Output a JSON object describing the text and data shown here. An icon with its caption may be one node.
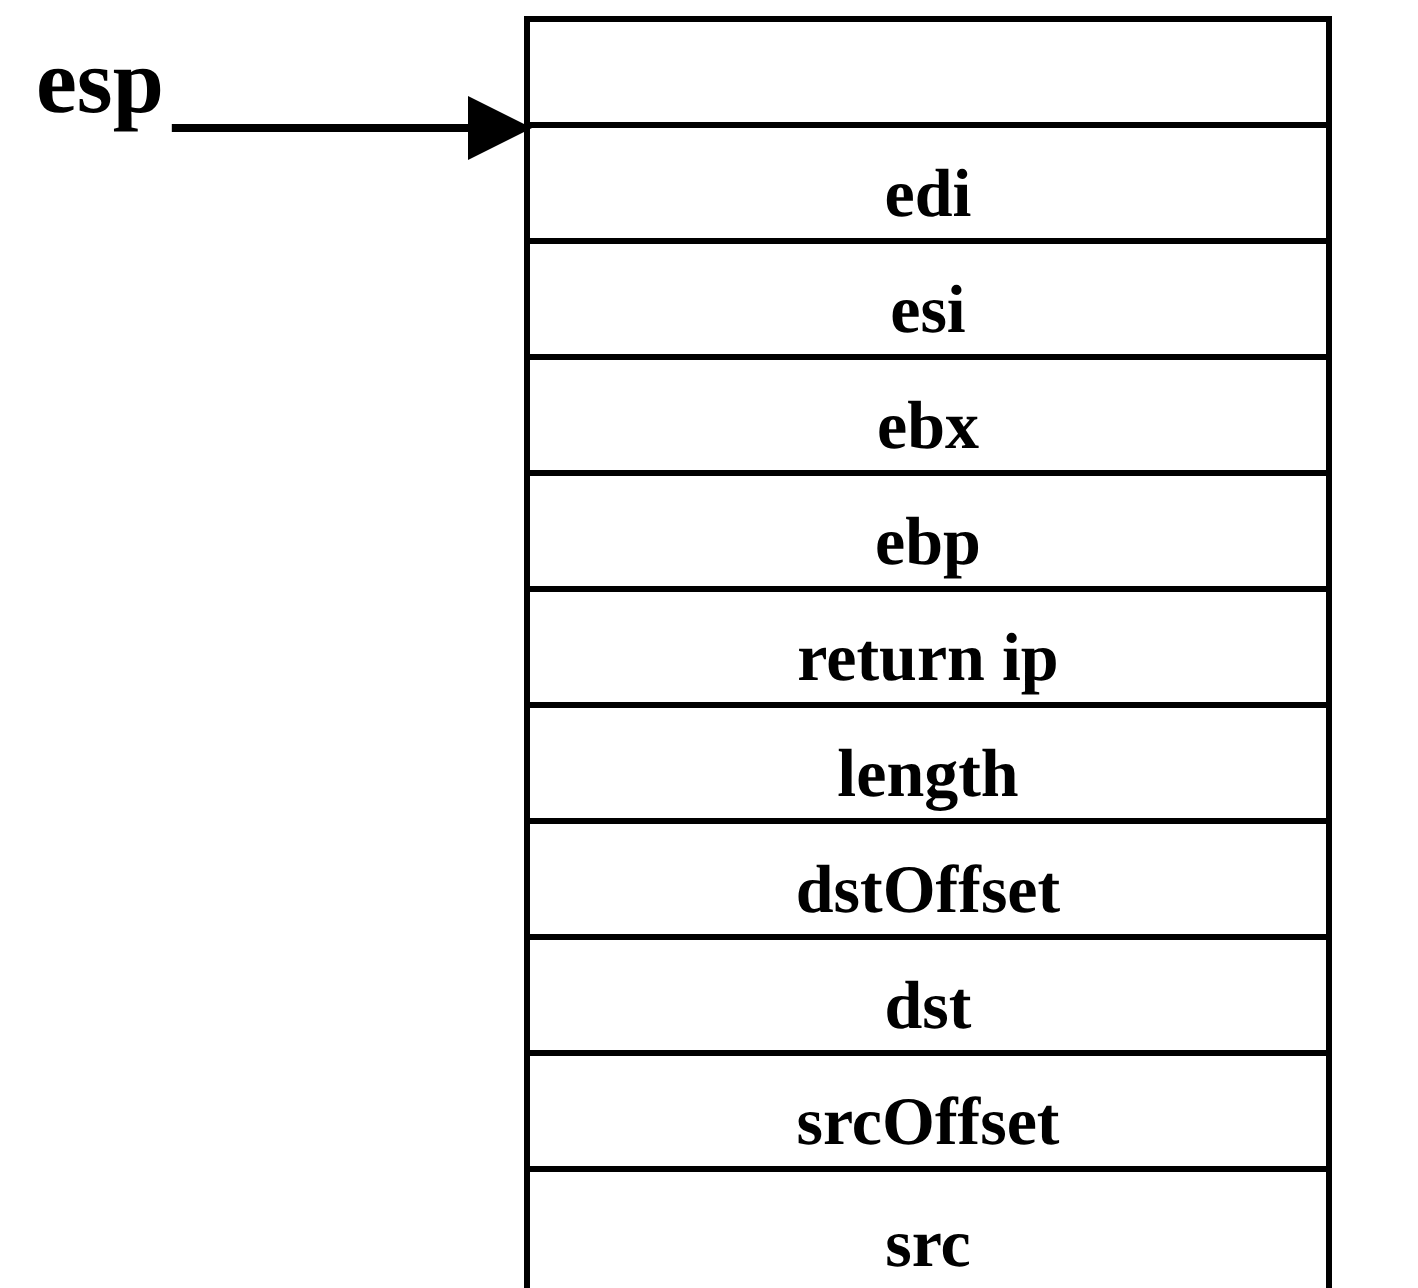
{
  "diagram": {
    "nodes": [
      {
        "text": [
          "esp"
        ]
      },
      {
        "text": [],
        "shape": "box"
      },
      {
        "text": [
          "edi"
        ]
      },
      {
        "text": [
          "esi"
        ]
      },
      {
        "text": [
          "ebx"
        ]
      },
      {
        "text": [
          "ebp"
        ]
      },
      {
        "text": [
          "return ip"
        ]
      },
      {
        "text": [
          "length"
        ]
      },
      {
        "text": [
          "dstOffset"
        ]
      },
      {
        "text": [
          "dst"
        ]
      },
      {
        "text": [
          "srcOffset"
        ]
      },
      {
        "text": [
          "src"
        ]
      }
    ],
    "edges": [
      {
        "from": 0,
        "to": 2,
        "arrow": "to"
      }
    ]
  }
}
